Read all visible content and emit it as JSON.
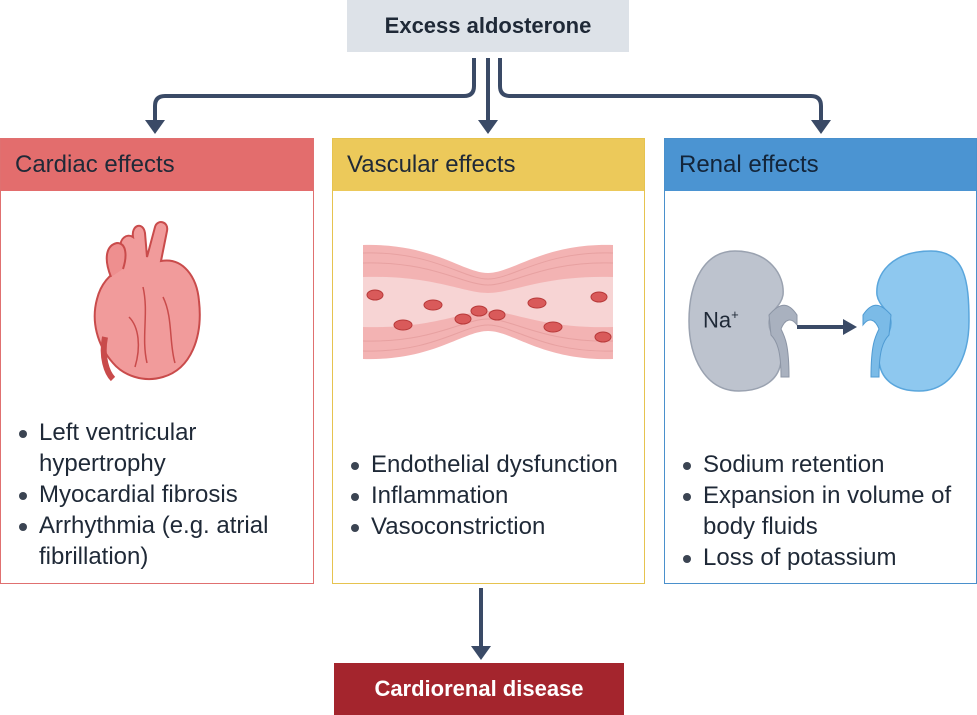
{
  "top": {
    "label": "Excess aldosterone"
  },
  "panels": [
    {
      "title": "Cardiac effects",
      "items": [
        "Left ventricular hypertrophy",
        "Myocardial fibrosis",
        "Arrhythmia (e.g. atrial fibrillation)"
      ]
    },
    {
      "title": "Vascular effects",
      "items": [
        "Endothelial dysfunction",
        "Inflammation",
        "Vasoconstriction"
      ]
    },
    {
      "title": "Renal effects",
      "items": [
        "Sodium retention",
        "Expansion in volume of body fluids",
        "Loss of potassium"
      ]
    }
  ],
  "renal_label": "Na",
  "renal_label_sup": "+",
  "bottom": {
    "label": "Cardiorenal disease"
  },
  "colors": {
    "cardiac": "#e36d6d",
    "vascular": "#ecc95a",
    "renal": "#4b94d2",
    "outcome": "#a4252d",
    "arrow": "#3a4a66"
  }
}
